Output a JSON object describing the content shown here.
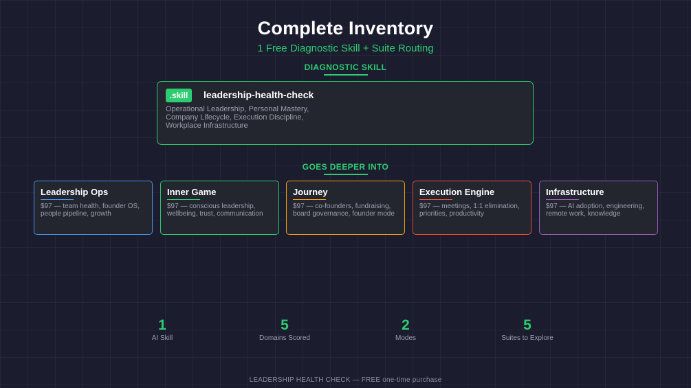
{
  "header": {
    "title": "Complete Inventory",
    "subtitle": "1 Free Diagnostic Skill + Suite Routing"
  },
  "diagnostic": {
    "section_label": "DIAGNOSTIC SKILL",
    "badge": ".skill",
    "name": "leadership-health-check",
    "description": "Operational Leadership, Personal Mastery, Company Lifecycle, Execution Discipline, Workplace Infrastructure",
    "accent_color": "#2ecc71"
  },
  "suites": {
    "section_label": "GOES DEEPER INTO",
    "items": [
      {
        "title": "Leadership Ops",
        "desc": "$97 — team health, founder OS, people pipeline, growth",
        "color": "#4a90e2"
      },
      {
        "title": "Inner Game",
        "desc": "$97 — conscious leadership, wellbeing, trust, communication",
        "color": "#2ecc71"
      },
      {
        "title": "Journey",
        "desc": "$97 — co-founders, fundraising, board governance, founder mode",
        "color": "#f39c12"
      },
      {
        "title": "Execution Engine",
        "desc": "$97 — meetings, 1:1 elimination, priorities, productivity",
        "color": "#e74c3c"
      },
      {
        "title": "Infrastructure",
        "desc": "$97 — AI adoption, engineering, remote work, knowledge",
        "color": "#9b59b6"
      }
    ]
  },
  "stats": [
    {
      "value": "1",
      "label": "AI Skill"
    },
    {
      "value": "5",
      "label": "Domains Scored"
    },
    {
      "value": "2",
      "label": "Modes"
    },
    {
      "value": "5",
      "label": "Suites to Explore"
    }
  ],
  "footer": {
    "text": "LEADERSHIP HEALTH CHECK  —  FREE one-time purchase"
  }
}
